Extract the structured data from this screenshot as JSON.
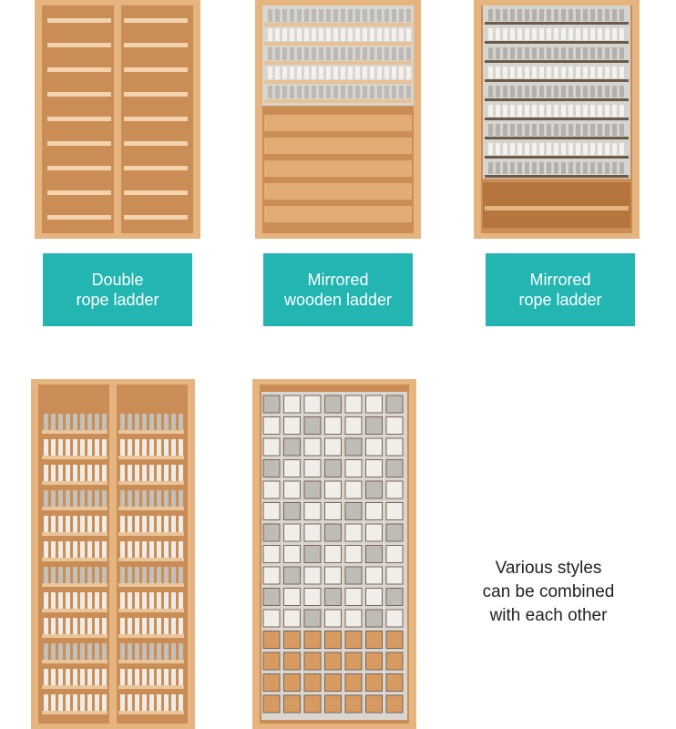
{
  "colors": {
    "label_bg": "#22b5b1",
    "label_text": "#ffffff",
    "wood_frame": "#d9a470",
    "wood_panel": "#c88a52",
    "caption_text": "#222222"
  },
  "products": [
    {
      "name": "double-rope-ladder",
      "label_lines": [
        "Double",
        "rope ladder"
      ]
    },
    {
      "name": "mirrored-wooden-ladder",
      "label_lines": [
        "Mirrored",
        "wooden ladder"
      ]
    },
    {
      "name": "mirrored-rope-ladder",
      "label_lines": [
        "Mirrored",
        "rope ladder"
      ]
    }
  ],
  "caption": {
    "lines": [
      "Various styles",
      "can be combined",
      "with each other"
    ]
  }
}
